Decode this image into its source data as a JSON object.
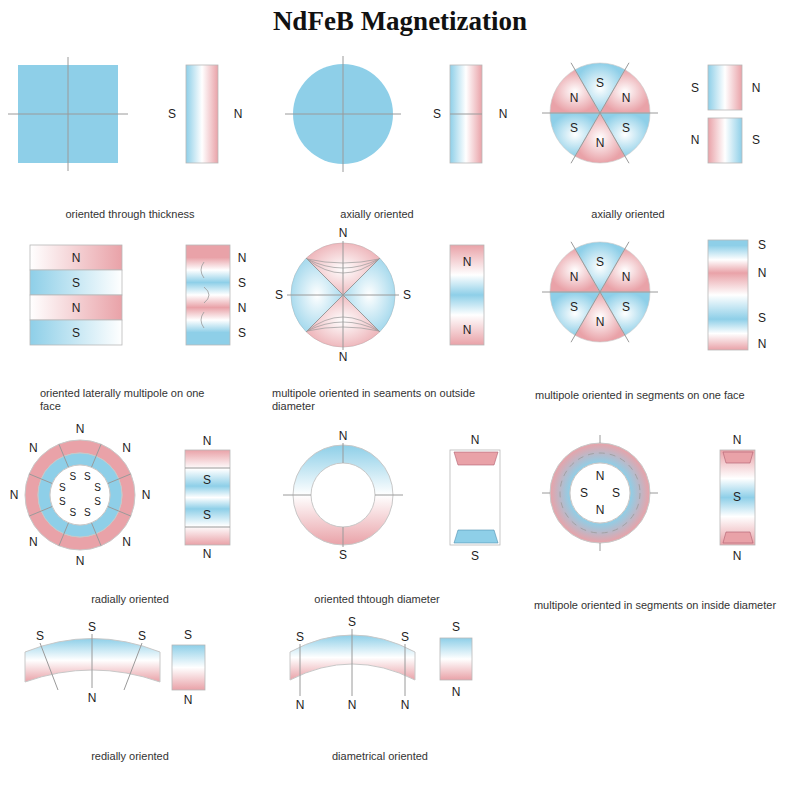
{
  "diagram": {
    "title": "NdFeB Magnetization",
    "labels": [
      "S",
      "N",
      "S",
      "N",
      "N",
      "S",
      "N",
      "S",
      "N",
      "S",
      "S",
      "N",
      "N",
      "S",
      "oriented through thickness",
      "axially oriented",
      "axially oriented",
      "N",
      "S",
      "N",
      "S",
      "N",
      "S",
      "N",
      "S",
      "N",
      "S",
      "S",
      "N",
      "N",
      "N",
      "N",
      "S",
      "N",
      "S",
      "N",
      "S",
      "S",
      "N",
      "S",
      "N",
      "oriented laterally multipole on one face",
      "multipole oriented in seaments on outside diameter",
      "multipole oriented in segments on one face",
      "N",
      "N",
      "N",
      "N",
      "N",
      "N",
      "N",
      "N",
      "S",
      "S",
      "S",
      "S",
      "S",
      "S",
      "S",
      "S",
      "N",
      "S",
      "S",
      "N",
      "N",
      "S",
      "N",
      "S",
      "N",
      "S",
      "S",
      "N",
      "N",
      "S",
      "N",
      "radially oriented",
      "oriented thtough diameter",
      "multipole oriented in segments on inside diameter",
      "S",
      "S",
      "S",
      "N",
      "S",
      "N",
      "S",
      "S",
      "S",
      "N",
      "N",
      "N",
      "S",
      "N",
      "redially oriented",
      "diametrical oriented"
    ]
  }
}
